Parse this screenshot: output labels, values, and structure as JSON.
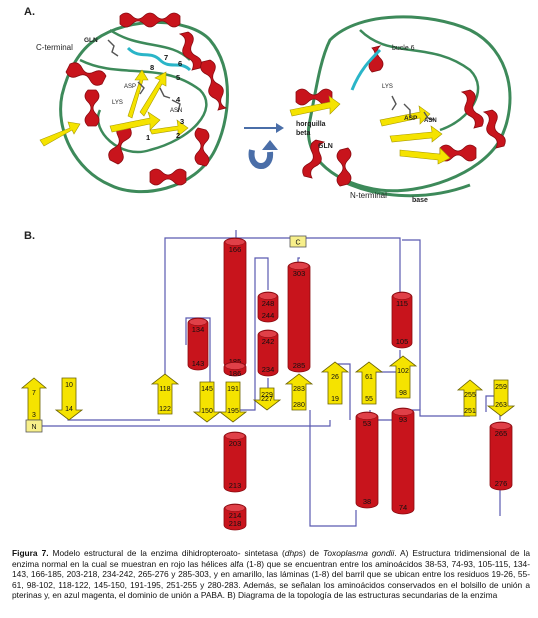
{
  "panelA": {
    "label": "A.",
    "left": {
      "c_terminal": "C-terminal",
      "gln": "GLN",
      "asp": "ASP",
      "lys": "LYS",
      "asn": "ASN",
      "numbers": [
        "1",
        "2",
        "3",
        "4",
        "5",
        "6",
        "7",
        "8"
      ]
    },
    "right": {
      "bucle": "bucle 6",
      "lys": "LYS",
      "asp": "ASP",
      "asn": "ASN",
      "horquilla": "horquilla",
      "beta": "beta",
      "gln": "GLN",
      "n_terminal": "N-terminal",
      "base": "base"
    }
  },
  "panelB": {
    "label": "B.",
    "c_label": "C",
    "n_label": "N",
    "strands": [
      {
        "id": "s1",
        "top": "7",
        "bottom": "3",
        "dir": "up"
      },
      {
        "id": "s2",
        "top": "10",
        "bottom": "14",
        "dir": "down"
      },
      {
        "id": "s3",
        "top": "118",
        "bottom": "122",
        "dir": "up"
      },
      {
        "id": "s4",
        "top": "145",
        "bottom": "150",
        "dir": "down"
      },
      {
        "id": "s5",
        "top": "191",
        "bottom": "195",
        "dir": "down"
      },
      {
        "id": "s6",
        "top": "229",
        "bottom": "227",
        "dir": "down"
      },
      {
        "id": "s7",
        "top": "283",
        "bottom": "280",
        "dir": "up"
      },
      {
        "id": "s8",
        "top": "26",
        "bottom": "19",
        "dir": "up"
      },
      {
        "id": "s9",
        "top": "61",
        "bottom": "55",
        "dir": "up"
      },
      {
        "id": "s10",
        "top": "102",
        "bottom": "98",
        "dir": "up"
      },
      {
        "id": "s11",
        "top": "255",
        "bottom": "251",
        "dir": "up"
      },
      {
        "id": "s12",
        "top": "259",
        "bottom": "263",
        "dir": "down"
      }
    ],
    "helices": [
      {
        "id": "h1",
        "top": "166",
        "bottom": "185"
      },
      {
        "id": "h2",
        "top": "134",
        "bottom": "143"
      },
      {
        "id": "h3",
        "top": "186",
        "bottom": ""
      },
      {
        "id": "h4",
        "top": "203",
        "bottom": "213"
      },
      {
        "id": "h5",
        "top": "214",
        "bottom": "218"
      },
      {
        "id": "h6",
        "top": "248",
        "bottom": "244"
      },
      {
        "id": "h7",
        "top": "242",
        "bottom": "234"
      },
      {
        "id": "h8",
        "top": "303",
        "bottom": "285"
      },
      {
        "id": "h9",
        "top": "115",
        "bottom": "105"
      },
      {
        "id": "h10",
        "top": "53",
        "bottom": "38"
      },
      {
        "id": "h11",
        "top": "93",
        "bottom": "74"
      },
      {
        "id": "h12",
        "top": "265",
        "bottom": "276"
      }
    ]
  },
  "caption": {
    "bold": "Figura 7.",
    "part1": " Modelo estructural de la enzima dihidropteroato- sintetasa (",
    "dhps": "dhps",
    "part2": ") de ",
    "species": "Toxoplasma gondii",
    "part3": ". A) Estructura tridimensional de la enzima normal en la cual se muestran en rojo las hélices alfa (1-8) que se encuentran entre los aminoácidos 38-53, 74-93, 105-115, 134-143, 166-185, 203-218, 234-242, 265-276 y 285-303, y en amarillo, las láminas (1-8) del barril que se ubican entre los residuos 19-26, 55-61, 98-102, 118-122, 145-150, 191-195, 251-255 y 280-283. Además, se señalan los aminoácidos conservados en el bolsillo de unión a pterinas y, en azul magenta, el dominio de unión a PABA. B) Diagrama de la topología de las estructuras secundarias de la enzima"
  },
  "colors": {
    "helix": "#c8141c",
    "helix_dark": "#8a0a10",
    "strand": "#f5e300",
    "loop": "#5a5ab0",
    "coil": "#3d8a5a",
    "cyan": "#2ab5c8",
    "arrow": "#4a6ea8"
  }
}
